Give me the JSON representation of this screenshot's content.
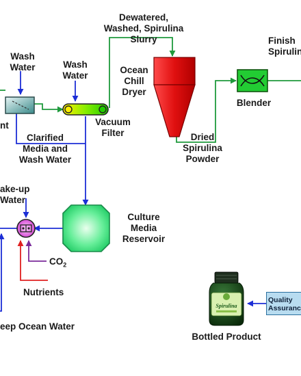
{
  "labels": {
    "dewatered": "Dewatered,\nWashed, Spirulina\nSlurry",
    "wash_water_1": "Wash\nWater",
    "wash_water_2": "Wash\nWater",
    "ocean_chill_dryer": "Ocean\nChill\nDryer",
    "finished": "Finish\nSpirulin",
    "blender": "Blender",
    "partial_left": "nt",
    "vacuum_filter": "Vacuum\nFilter",
    "clarified": "Clarified\nMedia and\nWash Water",
    "dried_spirulina": "Dried\nSpirulina\nPowder",
    "makeup_water": "ake-up\nWater",
    "culture_media": "Culture\nMedia\nReservoir",
    "co2": "CO",
    "co2_sub": "2",
    "nutrients": "Nutrients",
    "quality": "Quality\nAssurance",
    "bottled_product": "Bottled Product",
    "deep_ocean": "eep Ocean Water"
  },
  "product_label": "Spirulina",
  "colors": {
    "green_line": "#1f9a3c",
    "blue_line": "#1c2ed6",
    "red_line": "#e02020",
    "purple_line": "#7a2a9a",
    "dryer_red": "#e81010",
    "blender_green": "#22cc33",
    "reservoir_green": "#22dd77",
    "mixer_magenta": "#e060e0",
    "qa_blue": "#b8dcf0"
  },
  "icons": [
    "dryer-cone-icon",
    "blender-icon",
    "vacuum-filter-icon",
    "clarifier-icon",
    "mixer-icon",
    "reservoir-icon",
    "bottle-icon"
  ]
}
